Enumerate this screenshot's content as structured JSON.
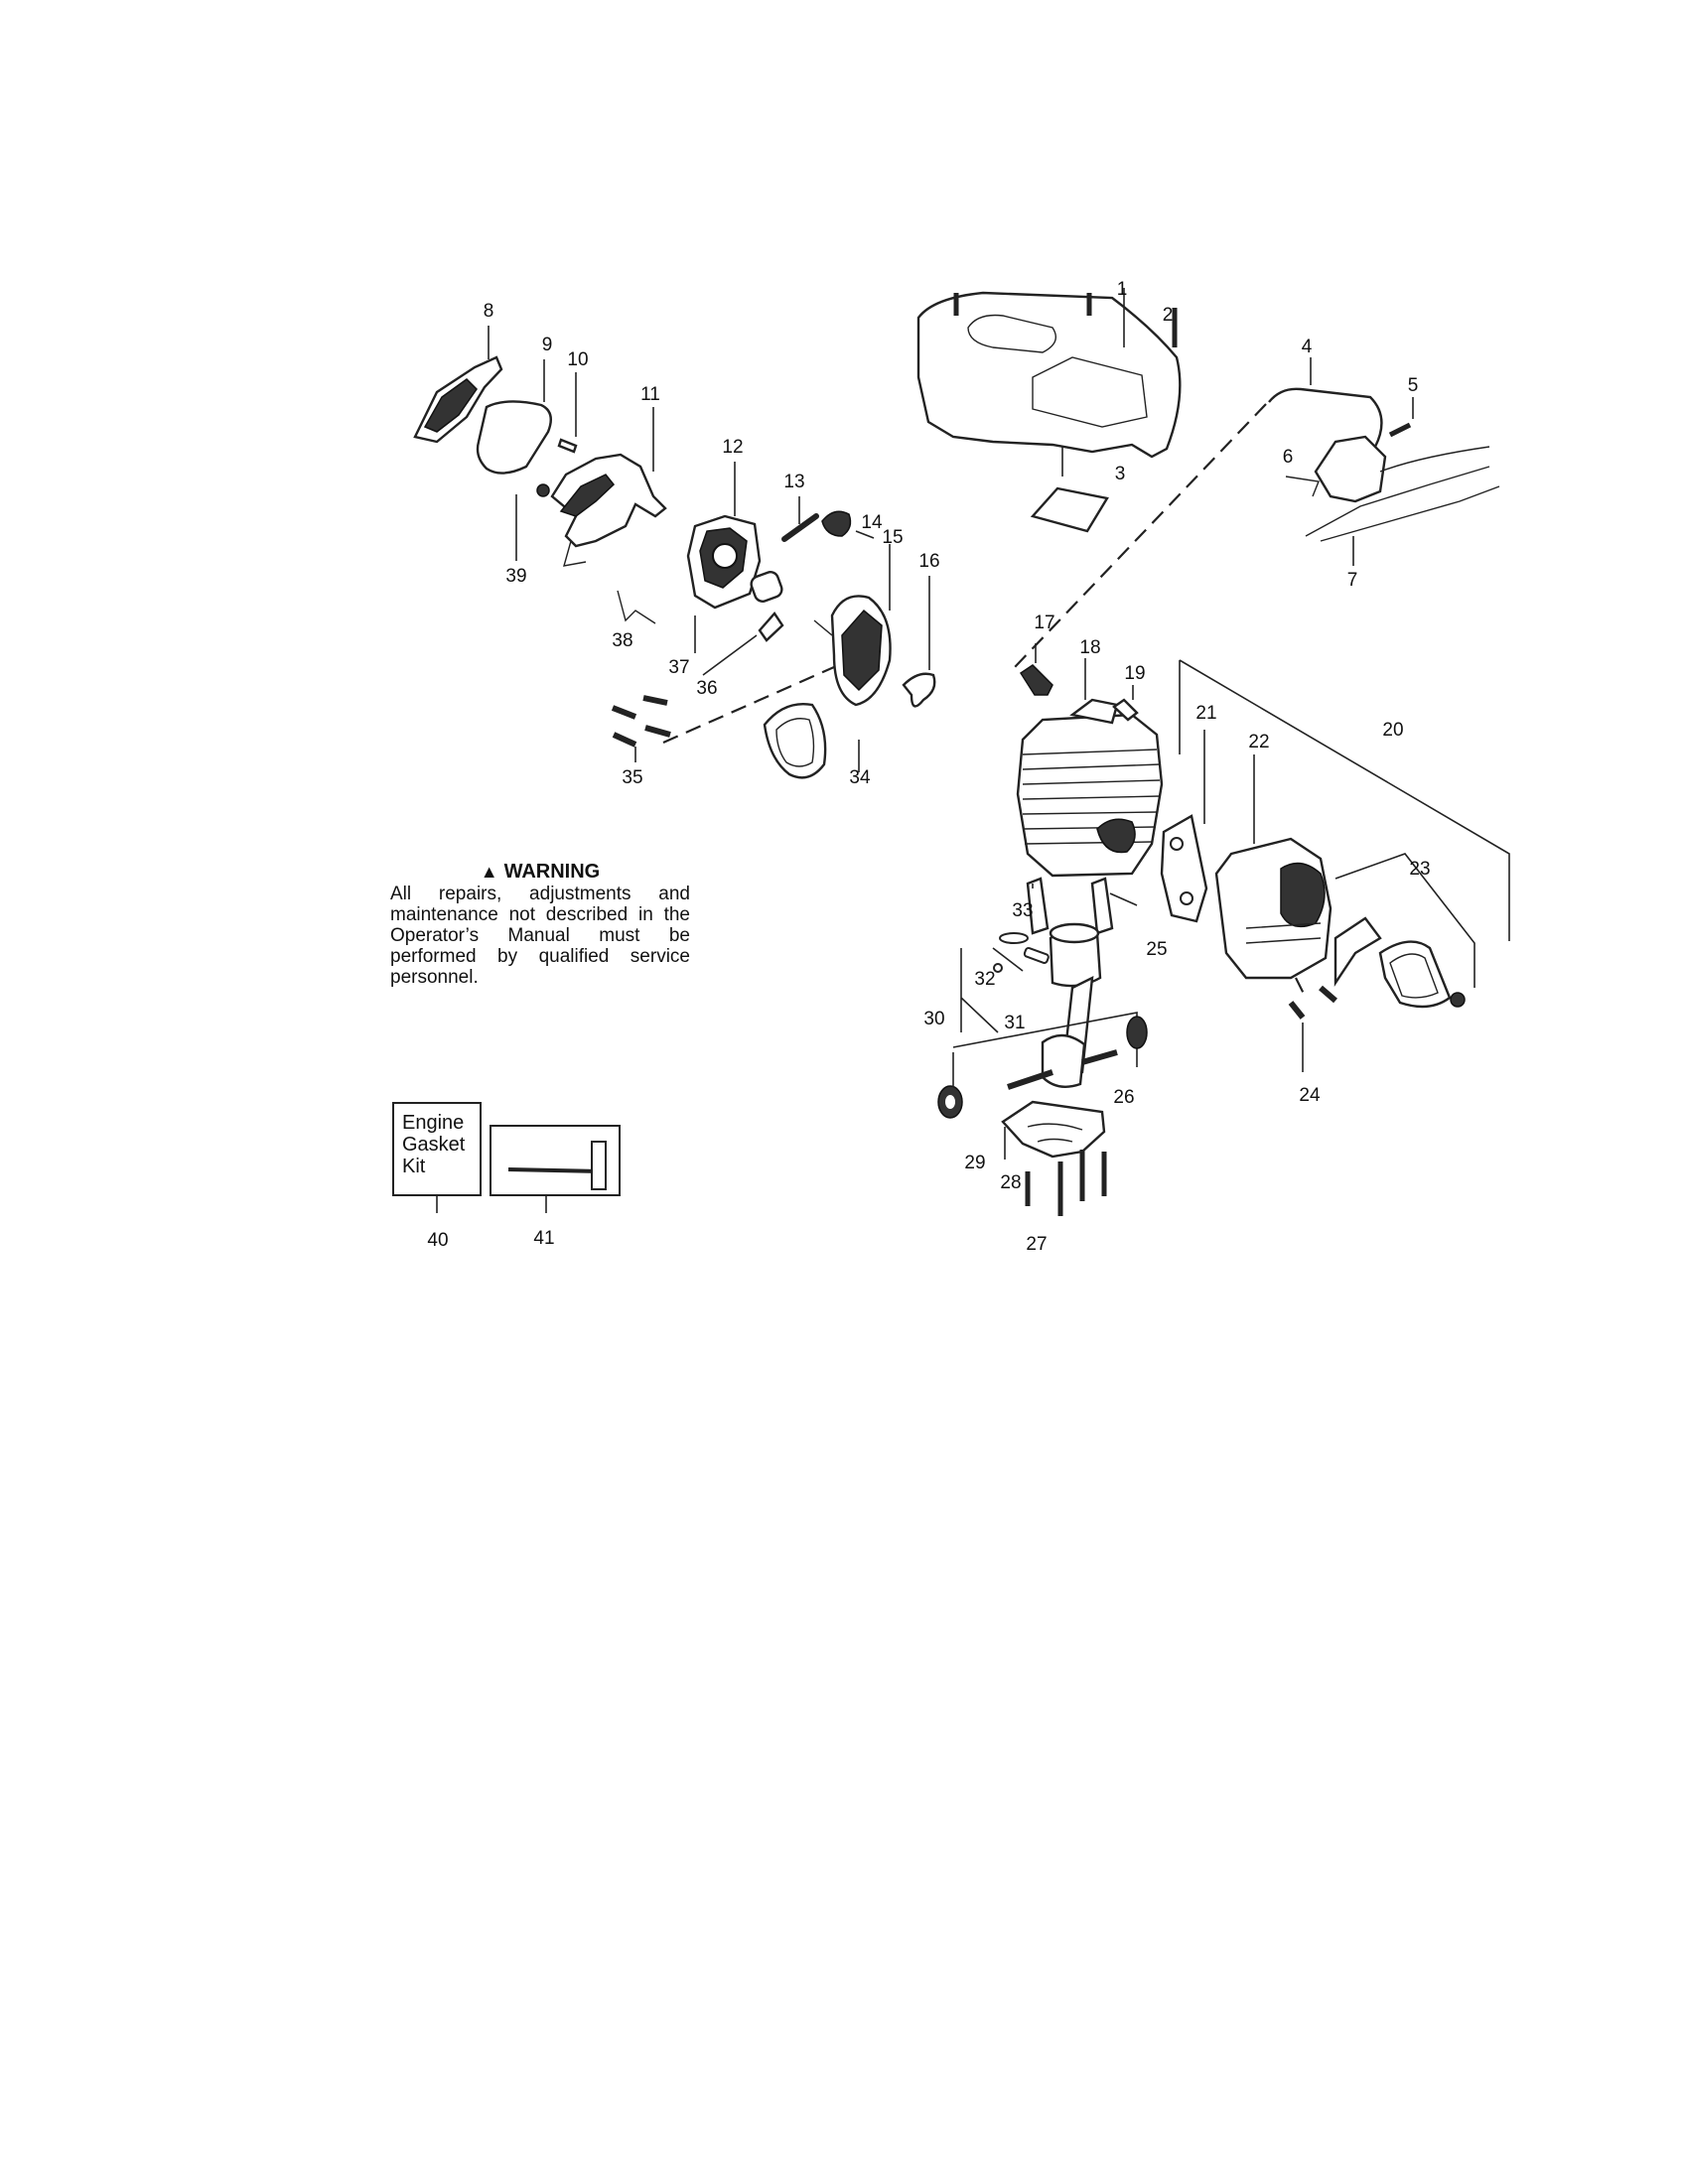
{
  "warning": {
    "icon": "warning-triangle-icon",
    "heading": "WARNING",
    "text": "All repairs, adjustments and maintenance not described in the Operator’s Manual must be performed by qualified service personnel."
  },
  "kit_box": {
    "label": "Engine Gasket Kit"
  },
  "part_numbers": {
    "p1": "1",
    "p2": "2",
    "p3": "3",
    "p4": "4",
    "p5": "5",
    "p6": "6",
    "p7": "7",
    "p8": "8",
    "p9": "9",
    "p10": "10",
    "p11": "11",
    "p12": "12",
    "p13": "13",
    "p14": "14",
    "p15": "15",
    "p16": "16",
    "p17": "17",
    "p18": "18",
    "p19": "19",
    "p20": "20",
    "p21": "21",
    "p22": "22",
    "p23": "23",
    "p24": "24",
    "p25": "25",
    "p26": "26",
    "p27": "27",
    "p28": "28",
    "p29": "29",
    "p30": "30",
    "p31": "31",
    "p32": "32",
    "p33": "33",
    "p34": "34",
    "p35": "35",
    "p36": "36",
    "p37": "37",
    "p38": "38",
    "p39": "39",
    "p40": "40",
    "p41": "41"
  }
}
